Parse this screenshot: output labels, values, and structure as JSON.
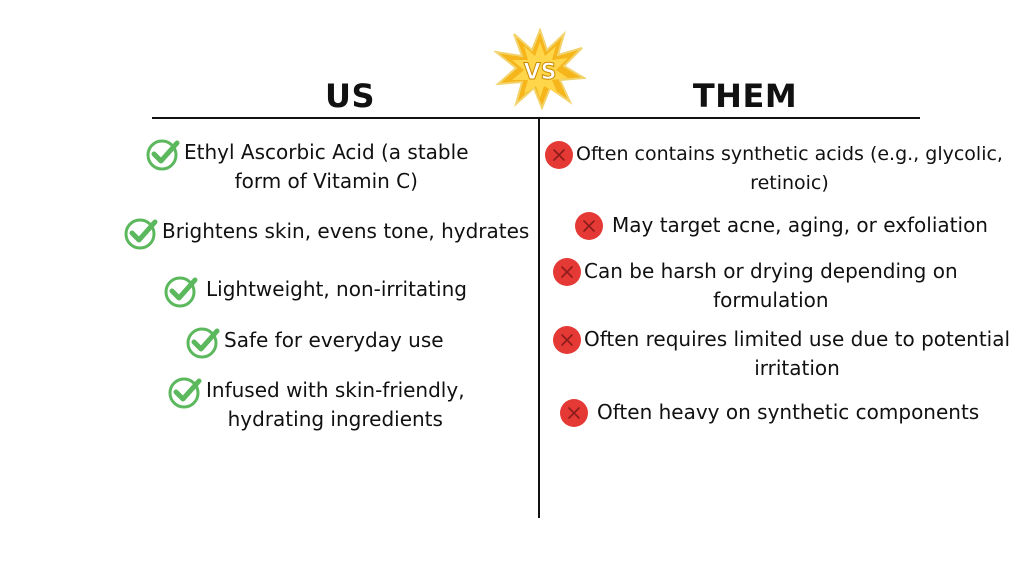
{
  "header": {
    "left_title": "US",
    "right_title": "THEM",
    "badge": "VS"
  },
  "colors": {
    "check_green": "#5cb85c",
    "cross_red": "#e53935",
    "badge_yellow": "#f5b51b"
  },
  "us": {
    "items": [
      {
        "icon": "check-icon",
        "lines": [
          "Ethyl Ascorbic Acid (a stable",
          "form of Vitamin C)"
        ]
      },
      {
        "icon": "check-icon",
        "lines": [
          "Brightens skin, evens tone, hydrates"
        ]
      },
      {
        "icon": "check-icon",
        "lines": [
          "Lightweight, non-irritating"
        ]
      },
      {
        "icon": "check-icon",
        "lines": [
          "Safe for everyday use"
        ]
      },
      {
        "icon": "check-icon",
        "lines": [
          "Infused with skin-friendly,",
          "hydrating ingredients"
        ]
      }
    ]
  },
  "them": {
    "items": [
      {
        "icon": "x-icon",
        "lines": [
          "Often contains synthetic acids (e.g., glycolic,",
          "retinoic)"
        ]
      },
      {
        "icon": "x-icon",
        "lines": [
          "May target acne, aging, or exfoliation"
        ]
      },
      {
        "icon": "x-icon",
        "lines": [
          "Can be harsh or drying depending on",
          "formulation"
        ]
      },
      {
        "icon": "x-icon",
        "lines": [
          "Often requires limited use due to potential",
          "irritation"
        ]
      },
      {
        "icon": "x-icon",
        "lines": [
          "Often heavy on synthetic components"
        ]
      }
    ]
  }
}
